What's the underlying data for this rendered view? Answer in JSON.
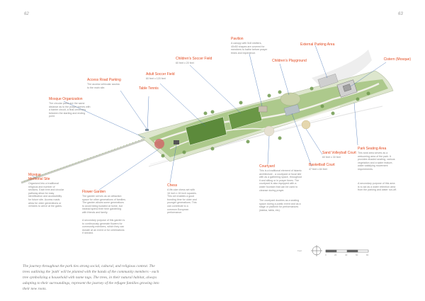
{
  "page_numbers": {
    "left": "62",
    "right": "63"
  },
  "labels": {
    "pavilion": "Pavilion",
    "external_parking": "External Parking Area",
    "childrens_soccer": "Children's Soccer Field",
    "childrens_soccer_size": "60 feet x 20 feet",
    "childrens_playground": "Children's Playground",
    "cistern": "Cistern (Mosque)",
    "access_parking": "Access Road Parking",
    "adult_soccer": "Adult Soccer Field",
    "adult_soccer_size": "60 feet x 120 feet",
    "table_tennis": "Table Tennis",
    "mosque_org": "Mosque Organization",
    "park_seating": "Park Seating Area",
    "sand_volleyball": "Sand Volleyball Court",
    "sand_volleyball_size": "60 feet x 30 feet",
    "basketball": "Basketball Court",
    "basketball_size": "47 feet x 84 feet",
    "courtyard": "Courtyard",
    "flower_garden": "Flower Garden",
    "chess": "Chess",
    "mosque_memorial": "Mosque Memorial Site"
  },
  "notes": {
    "pavilion": "A canopy with 5x8 shelters, 40x50 shapes are covered for members to bathe before prayer times and experience.",
    "access_parking": "The access vehicular access to the main site.",
    "mosque_org": "The circular paths are the same distance as to the prayer domes with a barrier circuit, a final ceremony between the starting and ending point.",
    "park_seating": "This seat area serves as a welcoming area of the park. It provides shaded seating, various vegetation and a water feature, water satisfying movement requirements.",
    "park_seating_2": "A secondary purpose of this area is to act as a water retention area from the parking and water run-off.",
    "courtyard": "This is a traditional element of Islamic architecture - a courtyard or focal site with as a gathering space, throughout it and sitting or in prayer times. The courtyard is also equipped with a water fountain that can be used to cleanse during prayer.",
    "courtyard_2": "The courtyard doubles as a seating space during a public event and as a stage or platform for performances (dabka, tabla, etc).",
    "flower_garden": "The garden serves as an attraction space for other generations of families. The garden allows some generations to avoid being isolated at home, but instead spend their time gardening with friends and family.",
    "flower_garden_2": "A secondary purpose of this garden is to continuously generate flowers for community members, which they can donate at an event or for celebrations if needed.",
    "chess": "A life-size chess set with 16 inch x 16 inch squares. This set enables a good bonding time for older and younger generations. This can contribute to a common European performance.",
    "mosque_memorial": "Organized into a traditional religious and number of sections. Each tree and circular pathway allow for easy identification and accessibility for future site. Access roads allow for older generations or vehicles to arrive at the gates."
  },
  "caption": "The journey throughout the park ties strong social, cultural, and religious context. The trees outlining the 'path' will be planted with the hands of the community members - each tree symbolizing a household with name tags. The trees, in their natural habitat, always adapting to their surroundings, represent the journey of the refugee families growing into their new roots.",
  "scale": {
    "label": "Feet",
    "ticks": [
      "0",
      "20",
      "40",
      "60",
      "80"
    ]
  },
  "colors": {
    "label": "#e34a1f",
    "leader": "#3f6fb4",
    "grass": "#8fb46a",
    "field": "#5f8f3e",
    "path": "#d2d8c7"
  }
}
